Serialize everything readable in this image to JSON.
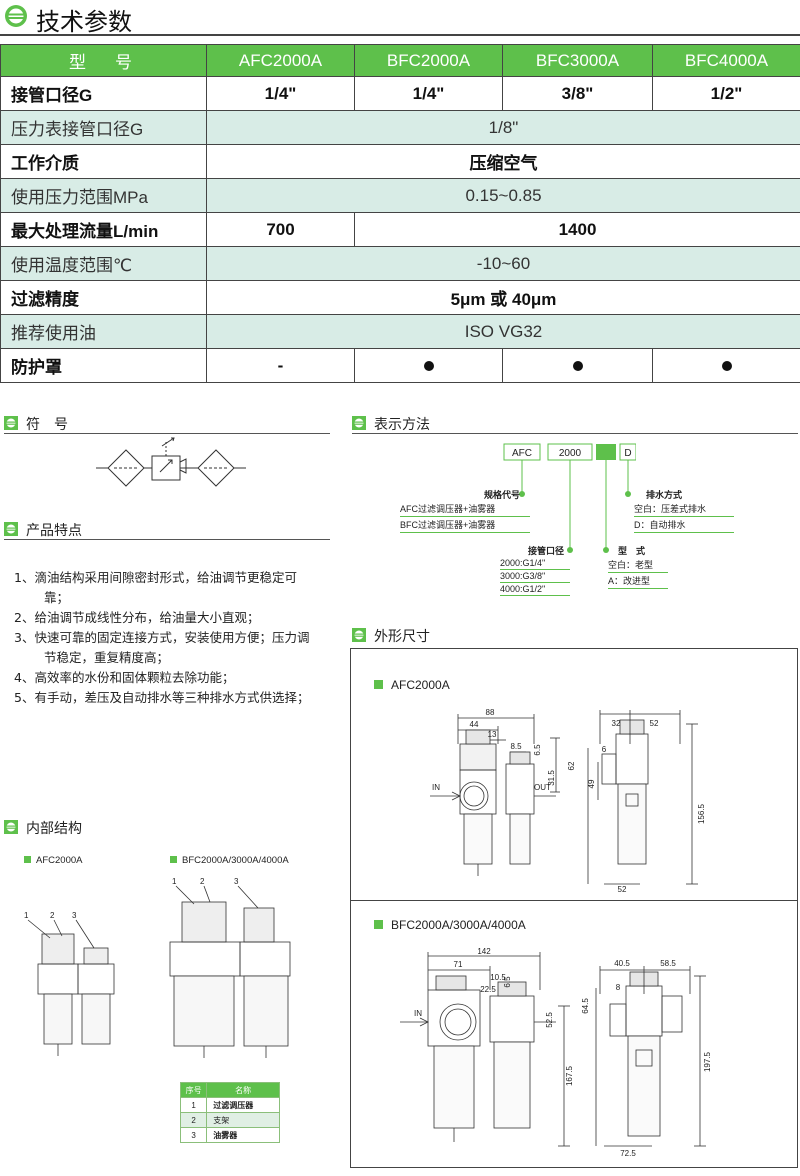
{
  "header": {
    "title": "技术参数"
  },
  "spec_table": {
    "head": [
      "型　号",
      "AFC2000A",
      "BFC2000A",
      "BFC3000A",
      "BFC4000A"
    ],
    "rows": {
      "port": {
        "label": "接管口径G",
        "values": [
          "1/4\"",
          "1/4\"",
          "3/8\"",
          "1/2\""
        ]
      },
      "gauge_port": {
        "label": "压力表接管口径G",
        "value": "1/8\""
      },
      "medium": {
        "label": "工作介质",
        "value": "压缩空气"
      },
      "pressure": {
        "label": "使用压力范围MPa",
        "value": "0.15~0.85"
      },
      "flow": {
        "label": "最大处理流量L/min",
        "value_a": "700",
        "value_b": "1400"
      },
      "temp": {
        "label": "使用温度范围℃",
        "value": "-10~60"
      },
      "filter": {
        "label": "过滤精度",
        "value": "5μm 或 40μm"
      },
      "oil": {
        "label": "推荐使用油",
        "value": "ISO VG32"
      },
      "cover": {
        "label": "防护罩",
        "values": [
          "-",
          "●",
          "●",
          "●"
        ]
      }
    }
  },
  "sections": {
    "symbol": "符　号",
    "notation": "表示方法",
    "features": "产品特点",
    "outline": "外形尺寸",
    "internal": "内部结构"
  },
  "notation": {
    "code_boxes": [
      "AFC",
      "2000",
      "",
      "D"
    ],
    "spec_code": {
      "title": "规格代号",
      "options": [
        "AFC过滤调压器+油雾器",
        "BFC过滤调压器+油雾器"
      ]
    },
    "drain": {
      "title": "排水方式",
      "options": [
        "空白：压差式排水",
        "D：自动排水"
      ]
    },
    "port": {
      "title": "接管口径",
      "options": [
        "2000:G1/4\"",
        "3000:G3/8\"",
        "4000:G1/2\""
      ]
    },
    "type": {
      "title": "型　式",
      "options": [
        "空白：老型",
        "A：改进型"
      ]
    }
  },
  "features": [
    "1、滴油结构采用间隙密封形式，给油调节更稳定可靠；",
    "2、给油调节成线性分布，给油量大小直观；",
    "3、快速可靠的固定连接方式，安装使用方便；压力调节稳定，重复精度高；",
    "4、高效率的水份和固体颗粒去除功能；",
    "5、有手动，差压及自动排水等三种排水方式供选择；"
  ],
  "internal": {
    "label_a": "AFC2000A",
    "label_b": "BFC2000A/3000A/4000A",
    "callouts": [
      "1",
      "2",
      "3"
    ],
    "parts_table": {
      "head": [
        "序号",
        "名称"
      ],
      "rows": [
        [
          "1",
          "过滤调压器"
        ],
        [
          "2",
          "支架"
        ],
        [
          "3",
          "油雾器"
        ]
      ]
    }
  },
  "outline": {
    "afc": {
      "label": "AFC2000A",
      "dims": {
        "w_total": "88",
        "w_left": "44",
        "d13": "13",
        "d8_5": "8.5",
        "d6_5": "6.5",
        "d31_5": "31.5",
        "h62": "62",
        "in": "IN",
        "out": "OUT",
        "s32": "32",
        "s52": "52",
        "s6": "6",
        "s49": "49",
        "s156_5": "156.5",
        "s52b": "52"
      }
    },
    "bfc": {
      "label": "BFC2000A/3000A/4000A",
      "dims": {
        "w_total": "142",
        "w_left": "71",
        "d10_5": "10.5",
        "d22_5": "22.5",
        "d6_5": "6.5",
        "d52_5": "52.5",
        "in": "IN",
        "h167_5": "167.5",
        "s40_5": "40.5",
        "s58_5": "58.5",
        "s8": "8",
        "s64_5": "64.5",
        "s197_5": "197.5",
        "s72_5": "72.5"
      }
    }
  },
  "colors": {
    "green": "#5ec04b",
    "shade": "#d8ece6"
  }
}
